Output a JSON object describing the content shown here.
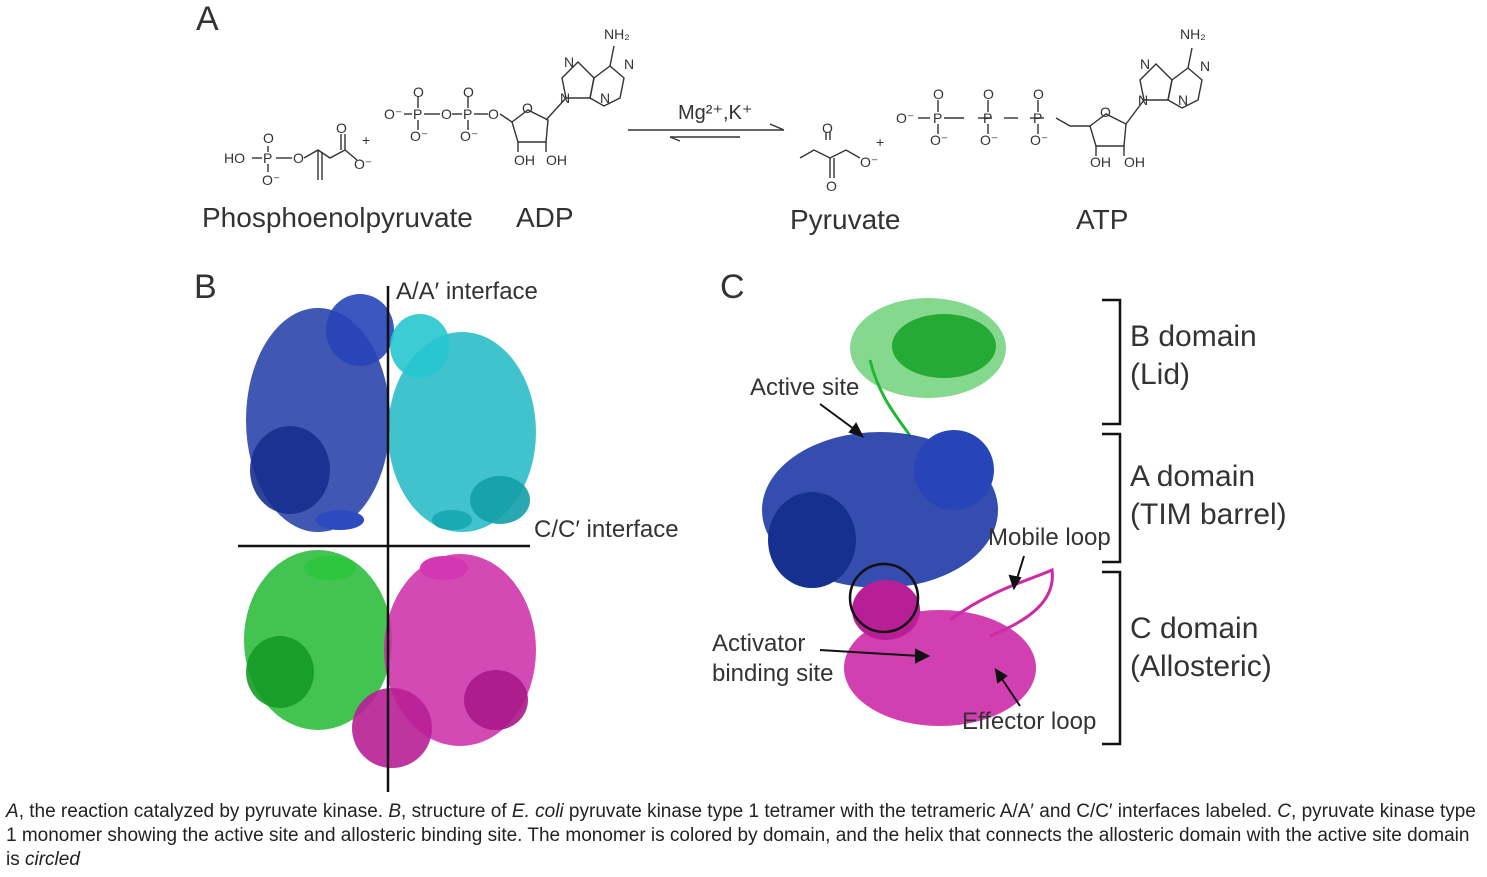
{
  "panels": {
    "a": {
      "letter": "A",
      "compounds": {
        "pep": "Phosphoenolpyruvate",
        "adp": "ADP",
        "pyruvate": "Pyruvate",
        "atp": "ATP"
      },
      "condition": "Mg²⁺,K⁺",
      "plus": "+",
      "atoms": {
        "nh2": "NH₂",
        "n": "N",
        "o": "O",
        "o_minus": "O⁻",
        "ho": "HO",
        "oh": "OH",
        "p": "P"
      }
    },
    "b": {
      "letter": "B",
      "aa_interface": "A/A′ interface",
      "cc_interface": "C/C′ interface"
    },
    "c": {
      "letter": "C",
      "active_site": "Active site",
      "mobile_loop": "Mobile loop",
      "activator_line1": "Activator",
      "activator_line2": "binding site",
      "effector_loop": "Effector loop",
      "domains": [
        {
          "name": "B domain",
          "sub": "(Lid)",
          "color": "#22b833"
        },
        {
          "name": "A domain",
          "sub": "(TIM barrel)",
          "color": "#1f3aa6"
        },
        {
          "name": "C domain",
          "sub": "(Allosteric)",
          "color": "#cc2aa8"
        }
      ]
    }
  },
  "caption": {
    "a_letter": "A",
    "a_text": ", the reaction catalyzed by pyruvate kinase. ",
    "b_letter": "B",
    "b_text": ", structure of ",
    "species": "E. coli",
    "b_text2": " pyruvate kinase type 1 tetramer with the tetrameric A/A′ and C/C′ interfaces labeled. ",
    "c_letter": "C",
    "c_text": ", pyruvate kinase type 1 monomer showing the active site and allosteric binding site. The monomer is colored by domain, and the helix that connects the allosteric domain with the active site domain is ",
    "circled": "circled"
  },
  "colors": {
    "chain_blue": "#1f3aa6",
    "chain_cyan": "#1fb8c4",
    "chain_green": "#22b833",
    "chain_magenta": "#cc2aa8",
    "ink": "#333333"
  }
}
